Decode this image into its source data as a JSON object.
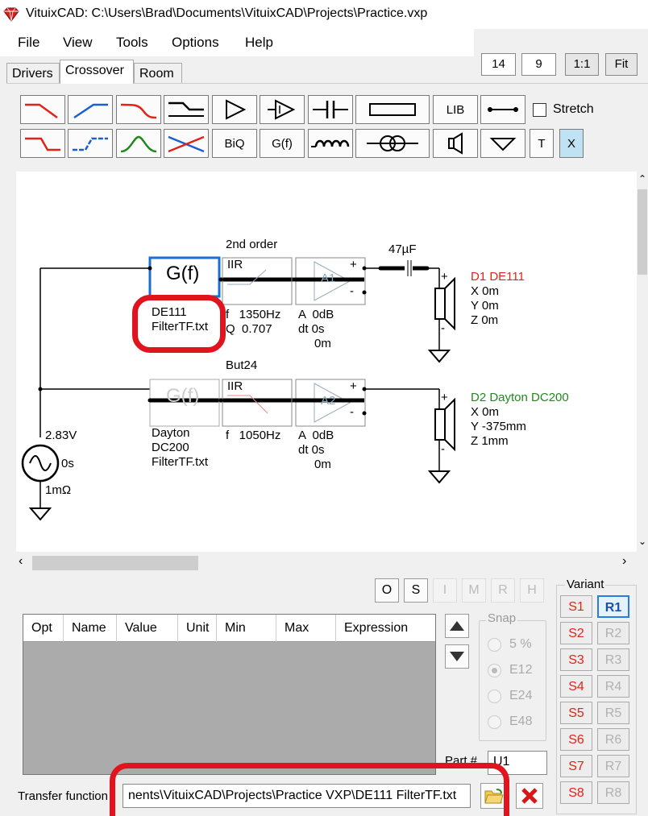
{
  "window": {
    "title": "VituixCAD: C:\\Users\\Brad\\Documents\\VituixCAD\\Projects\\Practice.vxp"
  },
  "menu": [
    "File",
    "View",
    "Tools",
    "Options",
    "Help"
  ],
  "tabs": [
    "Drivers",
    "Crossover",
    "Room"
  ],
  "topbar": {
    "a": "14",
    "b": "9",
    "ratio": "1:1",
    "fit": "Fit"
  },
  "toolbar": {
    "lib": "LIB",
    "biq": "BiQ",
    "gf": "G(f)",
    "t": "T",
    "x": "X",
    "stretch": "Stretch"
  },
  "schematic": {
    "ch1": {
      "block_label": "G(f)",
      "name1": "DE111",
      "name2": "FilterTF.txt",
      "filter_title": "2nd order",
      "filter_type": "IIR",
      "freq": "f   1350Hz",
      "q": "Q  0.707",
      "amp_label": "A1",
      "gain": "A  0dB",
      "delay": "dt 0s",
      "dist": "0m",
      "cap": "47µF",
      "driver_name": "D1 DE111",
      "x": "X 0m",
      "y": "Y 0m",
      "z": "Z 0m",
      "driver_color": "#e2231a"
    },
    "ch2": {
      "block_label": "G(f)",
      "name1": "Dayton",
      "name2": "DC200",
      "name3": "FilterTF.txt",
      "filter_title": "But24",
      "filter_type": "IIR",
      "freq": "f   1050Hz",
      "amp_label": "A2",
      "gain": "A  0dB",
      "delay": "dt 0s",
      "dist": "0m",
      "driver_name": "D2 Dayton DC200",
      "x": "X 0m",
      "y": "Y -375mm",
      "z": "Z 1mm",
      "driver_color": "#1e8a1e"
    },
    "source": {
      "voltage": "2.83V",
      "delay": "0s",
      "impedance": "1mΩ"
    },
    "plus": "+",
    "minus": "-"
  },
  "modebuttons": [
    "O",
    "S",
    "I",
    "M",
    "R",
    "H"
  ],
  "grid_columns": [
    "Opt",
    "Name",
    "Value",
    "Unit",
    "Min",
    "Max",
    "Expression"
  ],
  "snap": {
    "legend": "Snap",
    "options": [
      "5 %",
      "E12",
      "E24",
      "E48"
    ],
    "selected": "E12"
  },
  "variant": {
    "legend": "Variant",
    "s": [
      "S1",
      "S2",
      "S3",
      "S4",
      "S5",
      "S6",
      "S7",
      "S8"
    ],
    "r": [
      "R1",
      "R2",
      "R3",
      "R4",
      "R5",
      "R6",
      "R7",
      "R8"
    ],
    "selected_r": "R1"
  },
  "part": {
    "label": "Part #",
    "value": "U1"
  },
  "transfer": {
    "label": "Transfer function",
    "value": "nents\\VituixCAD\\Projects\\Practice VXP\\DE111 FilterTF.txt"
  },
  "colors": {
    "accent_red": "#e2231a",
    "selection_blue": "#1a6fd0",
    "highlight": "#e0141e"
  }
}
